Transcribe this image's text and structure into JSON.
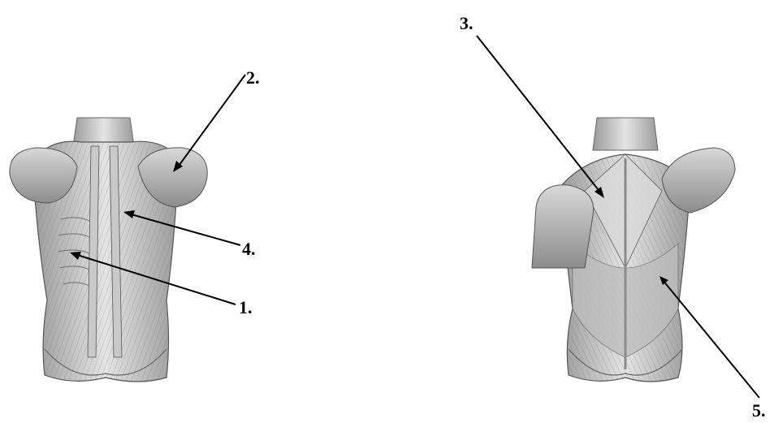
{
  "labels": {
    "one": "1.",
    "two": "2.",
    "three": "3.",
    "four": "4.",
    "five": "5."
  },
  "colors": {
    "skin_light": "#e8e8e8",
    "skin_mid": "#bdbdbd",
    "skin_dark": "#7a7a7a",
    "line": "#000000"
  }
}
